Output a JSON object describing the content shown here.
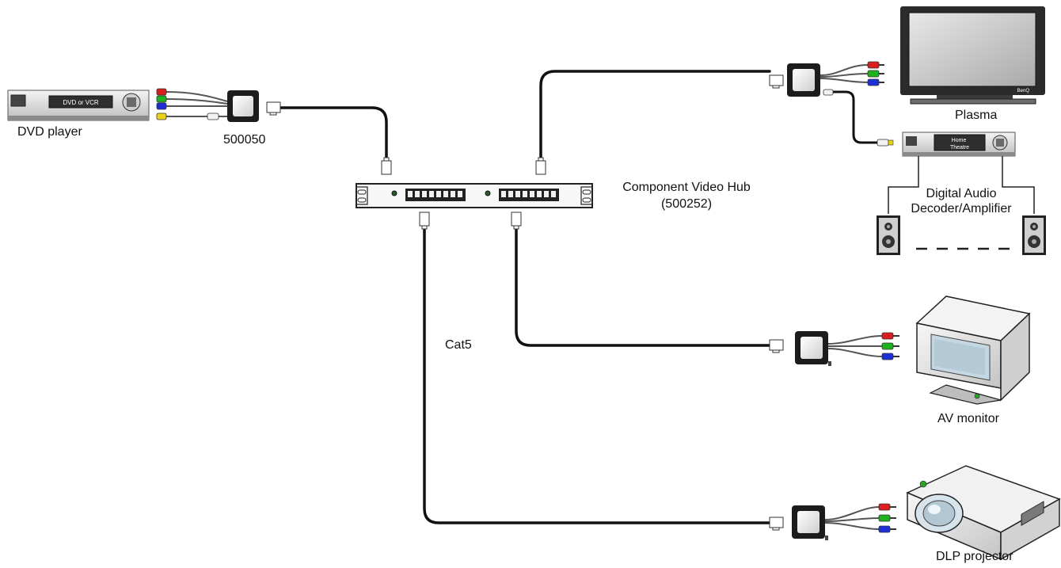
{
  "labels": {
    "dvd_player": "DVD player",
    "adapter_part": "500050",
    "hub_name": "Component Video Hub",
    "hub_part": "(500252)",
    "plasma": "Plasma",
    "amplifier": "Digital Audio\nDecoder/Amplifier",
    "cable": "Cat5",
    "av_monitor": "AV monitor",
    "dlp_projector": "DLP projector"
  },
  "device_text": {
    "dvd_display": "DVD or VCR",
    "amp_display": "Home\nTheatre",
    "plasma_brand": "BenQ"
  },
  "colors": {
    "red": "#d81e1e",
    "green": "#1fb21f",
    "blue": "#1f2fd8",
    "yellow": "#e8d21a",
    "white_plug": "#f2f2f2",
    "cable": "#111111",
    "device_body": "#d9d9d9"
  }
}
